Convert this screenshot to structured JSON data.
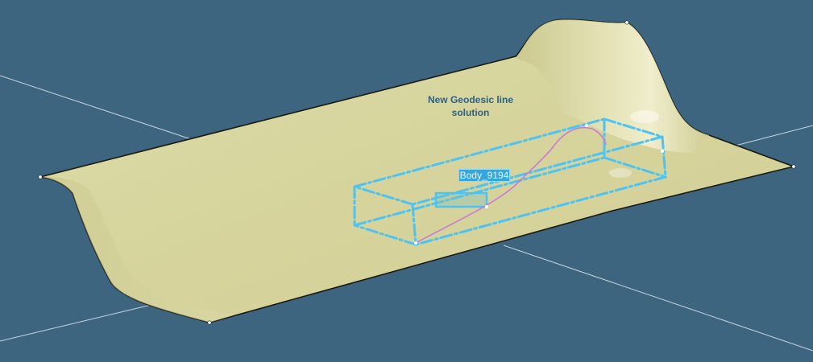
{
  "viewer": {
    "background_color": "#3d6580",
    "surface_color": "#d8d8a0",
    "edge_color": "#1a1a10",
    "axis_color": "#c8d4dc",
    "geodesic_color": "#c77ad8",
    "selection_color": "#4cc3f2"
  },
  "annotation": {
    "line1": "New Geodesic line",
    "line2": "solution"
  },
  "body_tag": {
    "label": "Body_9194"
  }
}
